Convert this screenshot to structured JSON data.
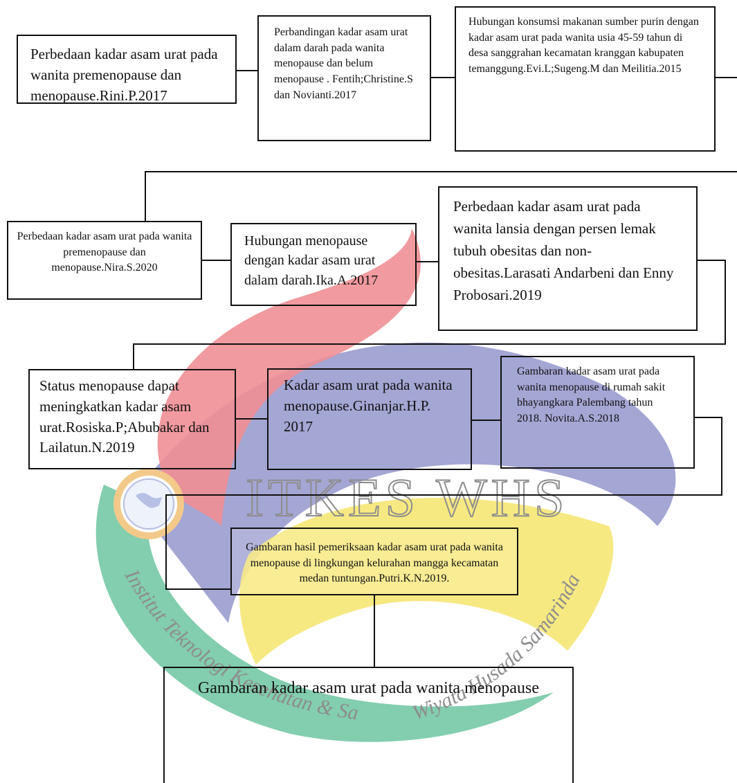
{
  "diagram": {
    "row1": {
      "box1": "Perbedaan kadar asam urat pada wanita premenopause dan menopause.Rini.P.2017",
      "box2": "Perbandingan kadar asam urat dalam darah pada wanita menopause dan belum menopause . Fentih;Christine.S dan Novianti.2017",
      "box3": "Hubungan konsumsi makanan sumber purin dengan kadar asam urat pada wanita usia 45-59 tahun di desa sanggrahan kecamatan kranggan kabupaten temanggung.Evi.L;Sugeng.M dan Meilitia.2015"
    },
    "row2": {
      "box1": "Perbedaan kadar asam urat pada wanita premenopause dan menopause.Nira.S.2020",
      "box2": "Hubungan menopause dengan kadar asam urat dalam darah.Ika.A.2017",
      "box3": "Perbedaan kadar asam urat pada wanita lansia dengan persen lemak tubuh obesitas dan non-obesitas.Larasati Andarbeni dan Enny Probosari.2019"
    },
    "row3": {
      "box1": "Status menopause dapat meningkatkan kadar asam urat.Rosiska.P;Abubakar dan Lailatun.N.2019",
      "box2": "Kadar asam urat pada wanita menopause.Ginanjar.H.P. 2017",
      "box3": "Gambaran kadar asam urat pada wanita menopause di rumah sakit bhayangkara Palembang tahun 2018. Novita.A.S.2018"
    },
    "synthesis": "Gambaran hasil pemeriksaan kadar asam urat pada wanita menopause di lingkungan kelurahan mangga kecamatan medan tuntungan.Putri.K.N.2019.",
    "final": "Gambaran kadar asam urat pada wanita menopause"
  },
  "watermark": {
    "title": "ITKES WHS",
    "subtitle_left": "Institut Teknologi Kesehatan & Sains",
    "subtitle_right": "Wiyata Husada Samarinda",
    "colors": {
      "red": "#ef8f95",
      "blue": "#9497cd",
      "yellow": "#f6e774",
      "green": "#6cc5a0",
      "text": "#8d8d8d"
    }
  }
}
